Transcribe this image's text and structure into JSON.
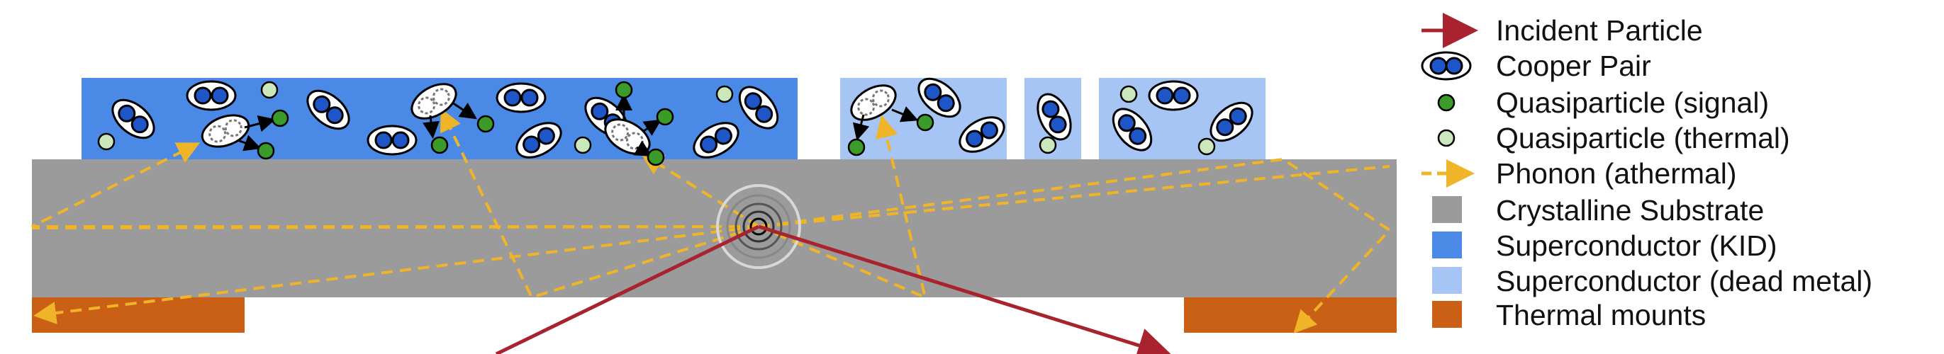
{
  "colors": {
    "substrate": "#9b9b9b",
    "kid": "#4a8ae6",
    "dead_metal": "#a6c4f4",
    "mounts": "#c96015",
    "incident": "#a8232d",
    "phonon": "#f0b429",
    "cooper_fill": "#1e56c8",
    "qp_signal": "#3a9a2a",
    "qp_thermal": "#cbe8bd"
  },
  "legend": [
    {
      "key": "incident",
      "label": "Incident Particle",
      "icon": "arrow-icon"
    },
    {
      "key": "cooper",
      "label": "Cooper Pair",
      "icon": "cooper-pair-icon"
    },
    {
      "key": "qp_signal",
      "label": "Quasiparticle (signal)",
      "icon": "dark-dot-icon"
    },
    {
      "key": "qp_thermal",
      "label": "Quasiparticle (thermal)",
      "icon": "light-dot-icon"
    },
    {
      "key": "phonon",
      "label": "Phonon (athermal)",
      "icon": "dashed-arrow-icon"
    },
    {
      "key": "substrate",
      "label": "Crystalline Substrate",
      "icon": "square-icon"
    },
    {
      "key": "kid",
      "label": "Superconductor (KID)",
      "icon": "square-icon"
    },
    {
      "key": "dead_metal",
      "label": "Superconductor (dead metal)",
      "icon": "square-icon"
    },
    {
      "key": "mounts",
      "label": "Thermal mounts",
      "icon": "square-icon"
    }
  ]
}
